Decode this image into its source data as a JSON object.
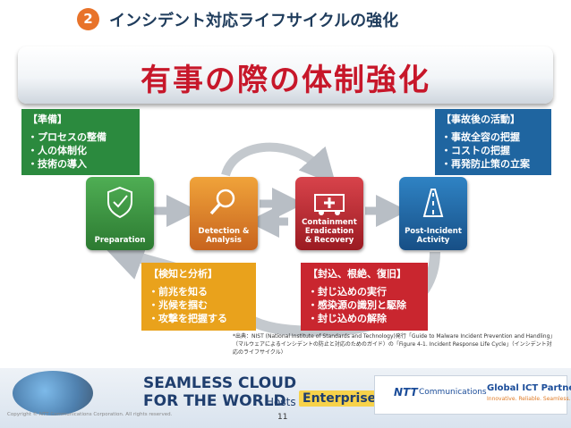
{
  "header": {
    "number": "2",
    "title": "インシデント対応ライフサイクルの強化"
  },
  "banner": {
    "title": "有事の際の体制強化"
  },
  "boxes": {
    "preparation": {
      "title": "【準備】",
      "items": [
        "・プロセスの整備",
        "・人の体制化",
        "・技術の導入"
      ]
    },
    "post_incident": {
      "title": "【事故後の活動】",
      "items": [
        "・事故全容の把握",
        "・コストの把握",
        "・再発防止策の立案"
      ]
    },
    "detection": {
      "title": "【検知と分析】",
      "items": [
        "・前兆を知る",
        "・兆候を掴む",
        "・攻撃を把握する"
      ]
    },
    "containment": {
      "title": "【封込、根絶、復旧】",
      "items": [
        "・封じ込めの実行",
        "・感染源の識別と駆除",
        "・封じ込めの解除"
      ]
    }
  },
  "cycle": {
    "tiles": [
      {
        "label": "Preparation",
        "icon": "shield-icon"
      },
      {
        "label": "Detection &\nAnalysis",
        "icon": "magnifier-icon"
      },
      {
        "label": "Containment\nEradication\n& Recovery",
        "icon": "ambulance-icon"
      },
      {
        "label": "Post-Incident\nActivity",
        "icon": "road-icon"
      }
    ]
  },
  "source_note": "*出典：NIST (National Institute of Standards and Technology)発行「Guide to Malware Incident Prevention and Handling」（マルウェアによるインシデントの防止と対応のためのガイド）の「Figure 4-1. Incident Response Life Cycle」（インシデント対応のライフサイクル）",
  "footer": {
    "seamless_line1": "SEAMLESS CLOUD",
    "seamless_line2": "FOR THE WORLD",
    "hosts": "Hosts",
    "enterprise": "Enterprise",
    "ntt_logo": "NTT",
    "ntt_comm": "Communications",
    "gp_title": "Global ICT Partner",
    "gp_tagline": "Innovative. Reliable. Seamless.",
    "copyright": "Copyright © NTT Communications Corporation. All rights reserved.",
    "page_number": "11"
  },
  "colors": {
    "accent_red": "#c7172a",
    "preparation_green": "#2b8a3e",
    "detection_orange": "#e9a21c",
    "containment_red": "#c9262f",
    "post_incident_blue": "#1f65a0"
  }
}
